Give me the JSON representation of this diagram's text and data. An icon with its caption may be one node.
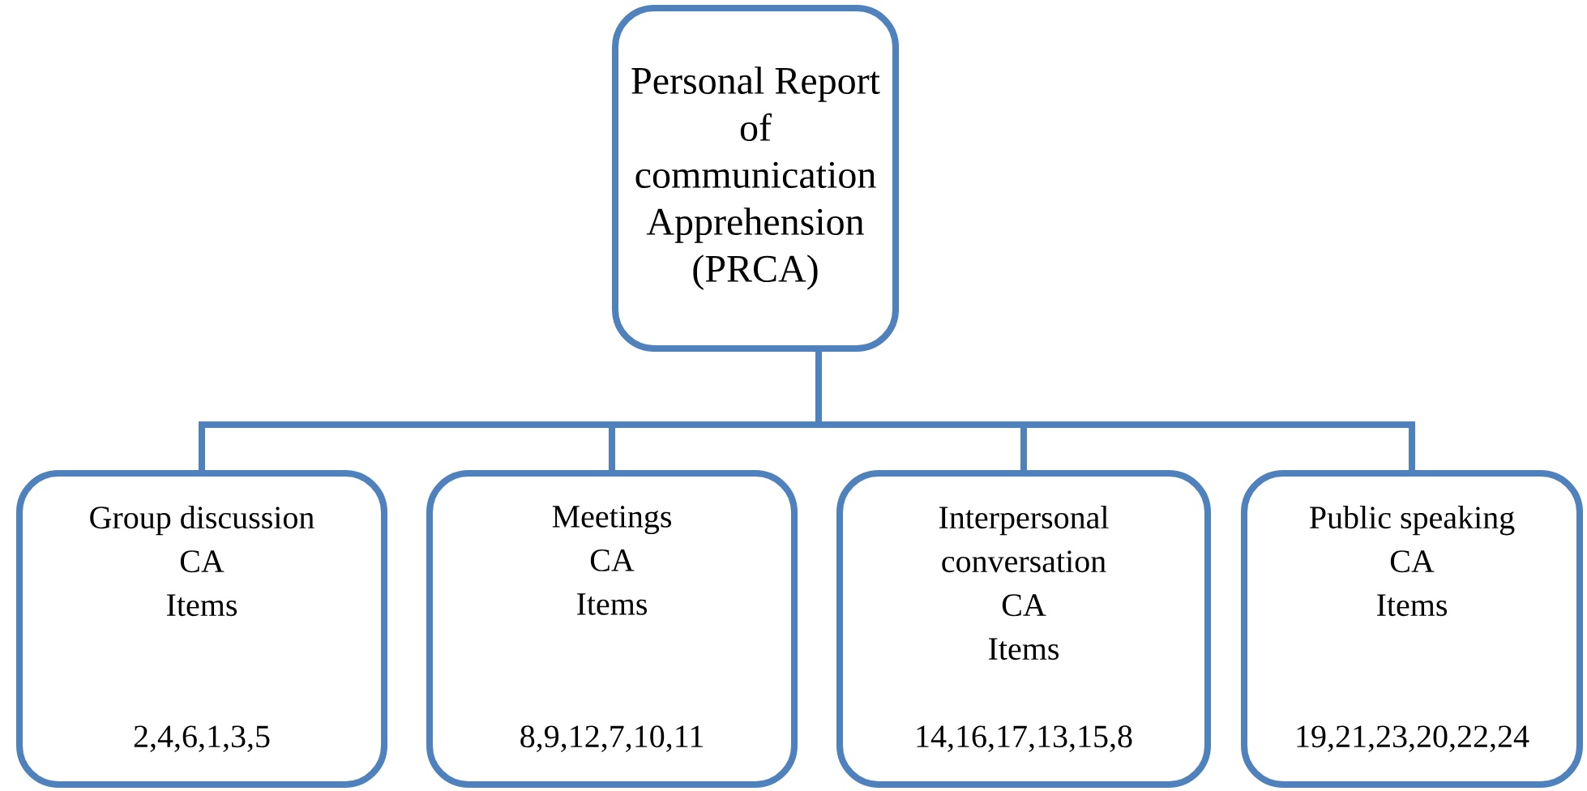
{
  "diagram": {
    "nodes": [
      {
        "text": [
          "Personal Report of communication Apprehension (PRCA)"
        ]
      },
      {
        "text": [
          "Group discussion",
          "CA",
          "Items",
          "2,4,6,1,3,5"
        ]
      },
      {
        "text": [
          "Meetings",
          "CA",
          "Items",
          "8,9,12,7,10,11"
        ]
      },
      {
        "text": [
          "Interpersonal conversation",
          "CA",
          "Items",
          "14,16,17,13,15,8"
        ]
      },
      {
        "text": [
          "Public speaking",
          "CA",
          "Items",
          "19,21,23,20,22,24"
        ]
      }
    ],
    "edges": [
      {
        "from": 0,
        "to": 1,
        "arrow": "none"
      },
      {
        "from": 0,
        "to": 2,
        "arrow": "none"
      },
      {
        "from": 0,
        "to": 3,
        "arrow": "none"
      },
      {
        "from": 0,
        "to": 4,
        "arrow": "none"
      }
    ]
  }
}
